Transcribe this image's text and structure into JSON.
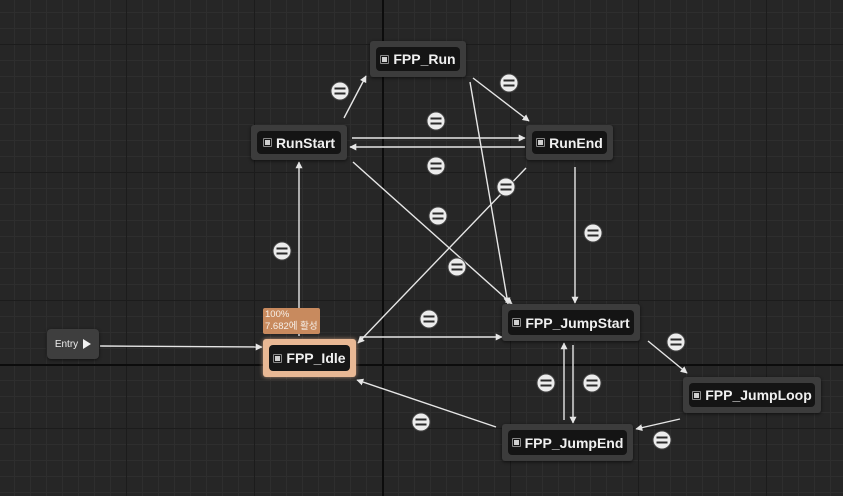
{
  "graph": {
    "entry_label": "Entry",
    "states": {
      "run": "FPP_Run",
      "run_start": "RunStart",
      "run_end": "RunEnd",
      "idle": "FPP_Idle",
      "jump_start": "FPP_JumpStart",
      "jump_loop": "FPP_JumpLoop",
      "jump_end": "FPP_JumpEnd"
    },
    "active_state": "idle",
    "active_overlay": {
      "weight": "100%",
      "time": "7.682에 활성"
    }
  },
  "colors": {
    "background": "#262626",
    "state_border": "#3c3c3c",
    "active_state_border": "#e9b894",
    "overlay": "#c88a5e",
    "wire": "#e6e6e6"
  }
}
